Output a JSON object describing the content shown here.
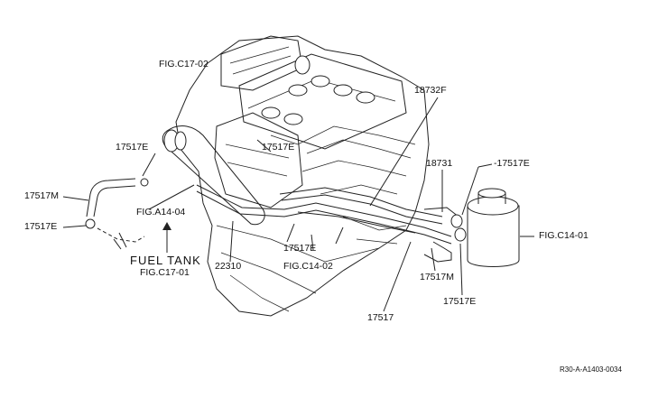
{
  "labels": {
    "fig_c17_02": "FIG.C17-02",
    "p18732f": "18732F",
    "p17517e_a": "17517E",
    "p17517e_b": "17517E",
    "p18731": "18731",
    "p17517e_c": "-17517E",
    "p17517m_a": "17517M",
    "fig_a14_04": "FIG.A14-04",
    "p17517e_d": "17517E",
    "fig_c14_01": "FIG.C14-01",
    "fuel_tank": "FUEL TANK",
    "p22310": "22310",
    "p17517e_e": "17517E",
    "fig_c14_02": "FIG.C14-02",
    "fig_c17_01": "FIG.C17-01",
    "p17517m_b": "17517M",
    "p17517e_f": "17517E",
    "p17517": "17517",
    "ref_code": "R30-A-A1403-0034"
  }
}
